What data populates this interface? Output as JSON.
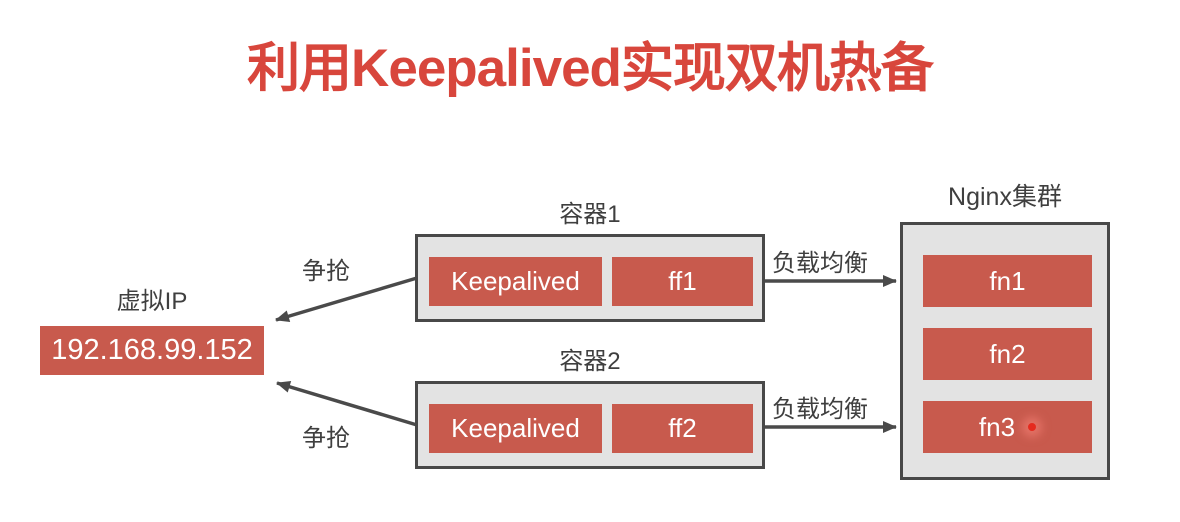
{
  "title": "利用Keepalived实现双机热备",
  "virtual_ip": {
    "label": "虚拟IP",
    "value": "192.168.99.152"
  },
  "containers": [
    {
      "label": "容器1",
      "items": [
        "Keepalived",
        "ff1"
      ]
    },
    {
      "label": "容器2",
      "items": [
        "Keepalived",
        "ff2"
      ]
    }
  ],
  "nginx_cluster": {
    "label": "Nginx集群",
    "nodes": [
      "fn1",
      "fn2",
      "fn3"
    ]
  },
  "edges": [
    {
      "from": "容器1",
      "to": "虚拟IP",
      "label": "争抢"
    },
    {
      "from": "容器2",
      "to": "虚拟IP",
      "label": "争抢"
    },
    {
      "from": "容器1",
      "to": "Nginx集群",
      "label": "负载均衡"
    },
    {
      "from": "容器2",
      "to": "Nginx集群",
      "label": "负载均衡"
    }
  ],
  "colors": {
    "title_red": "#d8463c",
    "node_red": "#c85a4d",
    "panel_gray": "#e3e3e3",
    "line_gray": "#484848",
    "laser_dot_red": "#e52a1e"
  }
}
